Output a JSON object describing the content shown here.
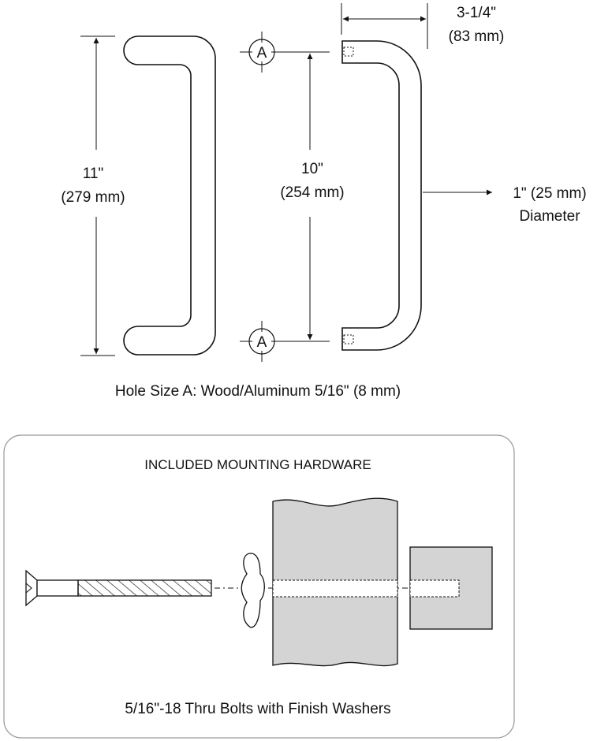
{
  "colors": {
    "line": "#111111",
    "part_fill": "#d4d4d4",
    "box_stroke": "#9a9a9a"
  },
  "front_view": {
    "height_in": "11\"",
    "height_mm": "(279 mm)"
  },
  "side_view": {
    "center_in": "10\"",
    "center_mm": "(254 mm)",
    "projection_in": "3-1/4\"",
    "projection_mm": "(83 mm)",
    "diameter_line1": "1\" (25 mm)",
    "diameter_line2": "Diameter",
    "hole_marker_top": "A",
    "hole_marker_bottom": "A"
  },
  "hole_size_caption": "Hole Size A: Wood/Aluminum 5/16\" (8 mm)",
  "hardware": {
    "title": "INCLUDED MOUNTING HARDWARE",
    "caption": "5/16\"-18 Thru Bolts with Finish Washers"
  }
}
